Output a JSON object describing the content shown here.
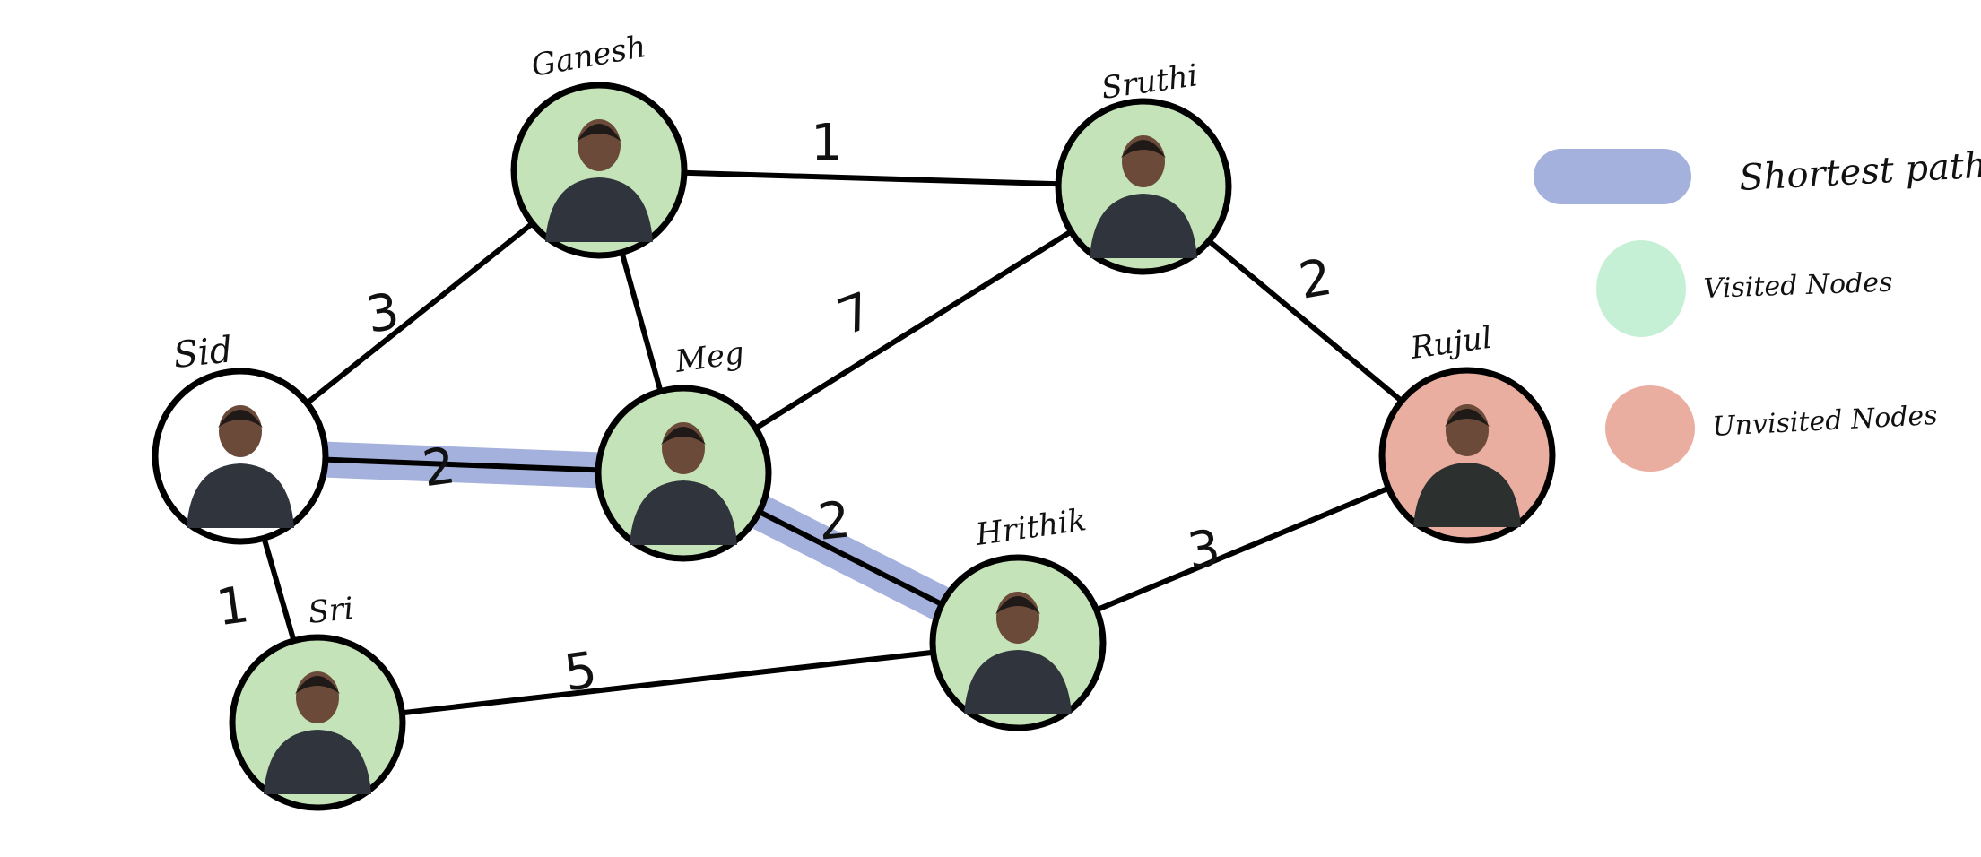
{
  "graph": {
    "nodes": [
      {
        "id": "ganesh",
        "label": "Ganesh",
        "state": "visited"
      },
      {
        "id": "sruthi",
        "label": "Sruthi",
        "state": "visited"
      },
      {
        "id": "sid",
        "label": "Sid",
        "state": "start"
      },
      {
        "id": "meg",
        "label": "Meg",
        "state": "visited"
      },
      {
        "id": "rujul",
        "label": "Rujul",
        "state": "unvisited"
      },
      {
        "id": "hrithik",
        "label": "Hrithik",
        "state": "visited"
      },
      {
        "id": "sri",
        "label": "Sri",
        "state": "visited"
      }
    ],
    "edges": [
      {
        "from": "ganesh",
        "to": "sruthi",
        "weight": "1",
        "shortest": false
      },
      {
        "from": "sid",
        "to": "ganesh",
        "weight": "3",
        "shortest": false
      },
      {
        "from": "ganesh",
        "to": "meg",
        "weight": "",
        "shortest": false
      },
      {
        "from": "meg",
        "to": "sruthi",
        "weight": "7",
        "shortest": false
      },
      {
        "from": "sruthi",
        "to": "rujul",
        "weight": "2",
        "shortest": false
      },
      {
        "from": "sid",
        "to": "meg",
        "weight": "2",
        "shortest": true
      },
      {
        "from": "meg",
        "to": "hrithik",
        "weight": "2",
        "shortest": true
      },
      {
        "from": "hrithik",
        "to": "rujul",
        "weight": "3",
        "shortest": false
      },
      {
        "from": "sid",
        "to": "sri",
        "weight": "1",
        "shortest": false
      },
      {
        "from": "sri",
        "to": "hrithik",
        "weight": "5",
        "shortest": false
      }
    ]
  },
  "legend": {
    "shortest_path": "Shortest path",
    "visited_nodes": "Visited Nodes",
    "unvisited_nodes": "Unvisited Nodes"
  },
  "colors": {
    "shortest_path": "#a3b1dc",
    "visited": "#c5e3b8",
    "visited_legend": "#c6f0d6",
    "unvisited": "#eaaea1",
    "start": "#ffffff",
    "stroke": "#000000"
  },
  "icons": {
    "person_avatar": "person-photo-icon"
  }
}
